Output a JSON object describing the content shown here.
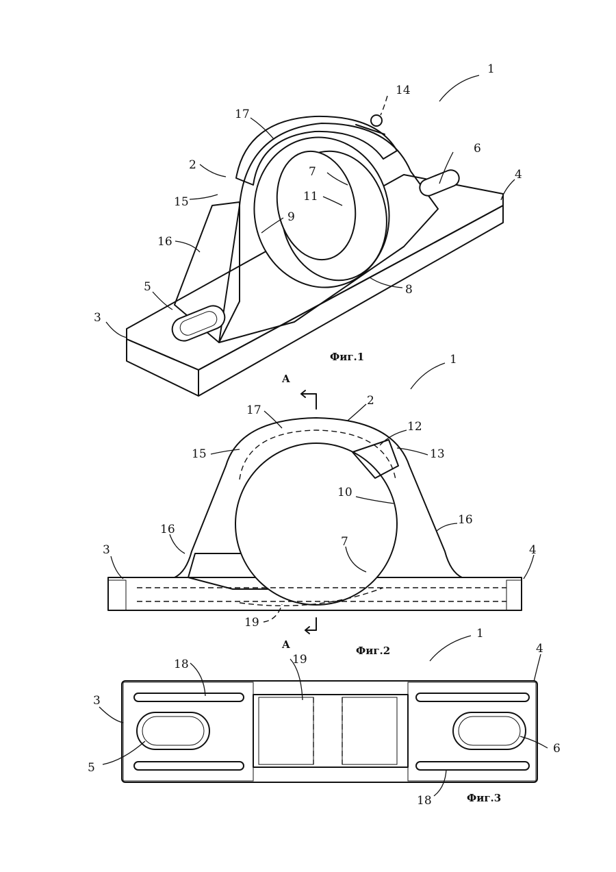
{
  "figures": [
    {
      "id": "fig1",
      "caption": "Фиг.1",
      "labels": [
        "1",
        "14",
        "17",
        "6",
        "2",
        "7",
        "4",
        "15",
        "11",
        "9",
        "16",
        "5",
        "3",
        "8"
      ]
    },
    {
      "id": "fig2",
      "caption": "Фиг.2",
      "section_letter_top": "A",
      "section_letter_bottom": "A",
      "labels": [
        "1",
        "2",
        "17",
        "12",
        "15",
        "13",
        "10",
        "16",
        "16",
        "3",
        "7",
        "4",
        "19"
      ]
    },
    {
      "id": "fig3",
      "caption": "Фиг.3",
      "labels": [
        "1",
        "4",
        "18",
        "19",
        "3",
        "5",
        "6",
        "18"
      ]
    }
  ]
}
